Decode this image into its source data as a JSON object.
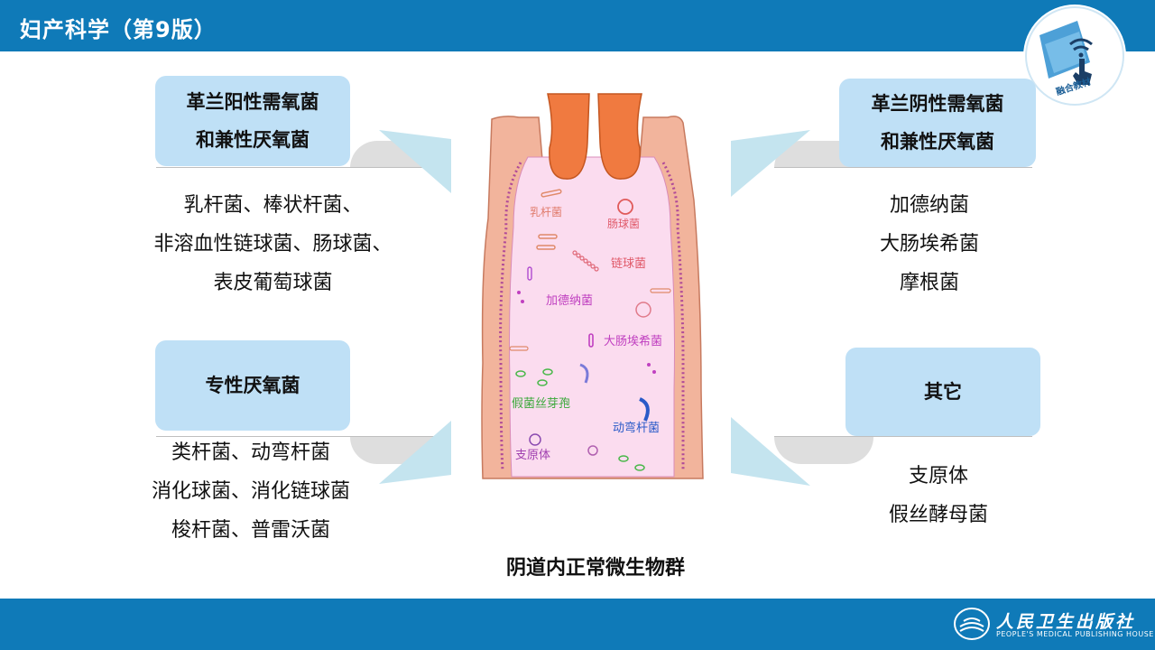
{
  "header": {
    "title": "妇产科学（第9版）"
  },
  "badge": {
    "label": "融合教材",
    "icon": "touch-wifi-icon"
  },
  "footer": {
    "publisher_cn": "人民卫生出版社",
    "publisher_en": "PEOPLE'S MEDICAL PUBLISHING HOUSE"
  },
  "groups": [
    {
      "title": [
        "革兰阳性需氧菌",
        "和兼性厌氧菌"
      ],
      "items": [
        "乳杆菌、棒状杆菌、",
        "非溶血性链球菌、肠球菌、",
        "表皮葡萄球菌"
      ]
    },
    {
      "title": [
        "专性厌氧菌"
      ],
      "items": [
        "类杆菌、动弯杆菌",
        "消化球菌、消化链球菌",
        "梭杆菌、普雷沃菌"
      ]
    },
    {
      "title": [
        "革兰阴性需氧菌",
        "和兼性厌氧菌"
      ],
      "items": [
        "加德纳菌",
        "大肠埃希菌",
        "摩根菌"
      ]
    },
    {
      "title": [
        "其它"
      ],
      "items": [
        "支原体",
        "假丝酵母菌"
      ]
    }
  ],
  "diagram": {
    "caption": "阴道内正常微生物群",
    "labels": [
      "乳杆菌",
      "肠球菌",
      "链球菌",
      "加德纳菌",
      "大肠埃希菌",
      "假菌丝芽孢",
      "动弯杆菌",
      "支原体"
    ]
  },
  "colors": {
    "header": "#0f7ab8",
    "box": "#bfe0f6",
    "wall": "#f2b49c",
    "lumen": "#fbdcef",
    "cervix": "#f07a40"
  }
}
